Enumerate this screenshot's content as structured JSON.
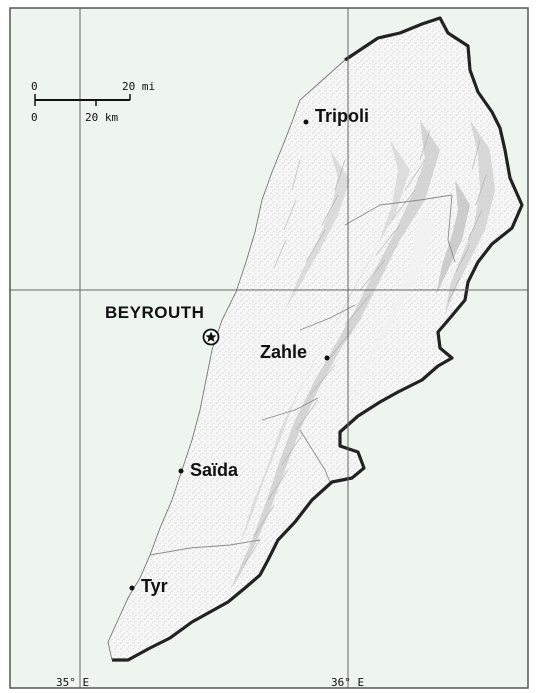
{
  "map": {
    "capital": "BEYROUTH",
    "cities": {
      "tripoli": "Tripoli",
      "zahle": "Zahle",
      "saida": "Saïda",
      "tyr": "Tyr"
    },
    "scale": {
      "zero_top": "0",
      "miles": "20 mi",
      "zero_bottom": "0",
      "km": "20 km"
    },
    "longitudes": {
      "west": "35° E",
      "east": "36° E"
    },
    "colors": {
      "sea": "#eef5ef",
      "land": "#f4f4f4",
      "ridge": "#c9c9c9",
      "border": "#222222",
      "grid": "#666666",
      "frame": "#555555"
    }
  }
}
